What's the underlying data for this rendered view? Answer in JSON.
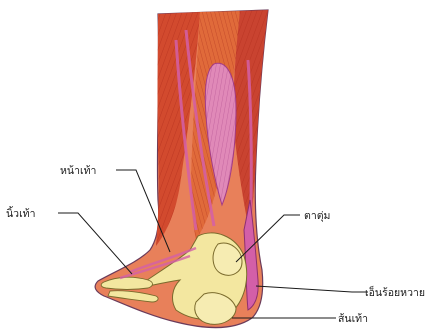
{
  "labels": {
    "instep": "หน้าเท้า",
    "toes": "นิ้วเท้า",
    "ankle_bone": "ตาตุ่ม",
    "achilles_tendon": "เอ็นร้อยหวาย",
    "heel": "ส้นเท้า"
  },
  "colors": {
    "muscle_red": "#c8402a",
    "muscle_orange": "#e07a3a",
    "tendon_pink": "#d35fa8",
    "bone_yellow": "#f3e7a0",
    "outline": "#6b3b5a",
    "skin": "#f2c7a3"
  }
}
